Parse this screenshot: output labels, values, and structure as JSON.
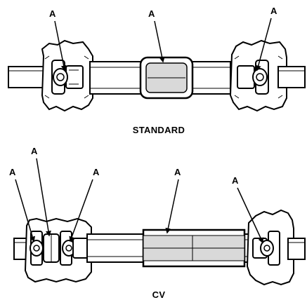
{
  "standard": {
    "caption": "STANDARD",
    "callouts": [
      "A",
      "A",
      "A"
    ]
  },
  "cv": {
    "caption": "CV",
    "callouts": [
      "A",
      "A",
      "A",
      "A",
      "A"
    ]
  },
  "colors": {
    "ink": "#000000",
    "paper": "#ffffff",
    "shade": "#d9d9d9"
  }
}
